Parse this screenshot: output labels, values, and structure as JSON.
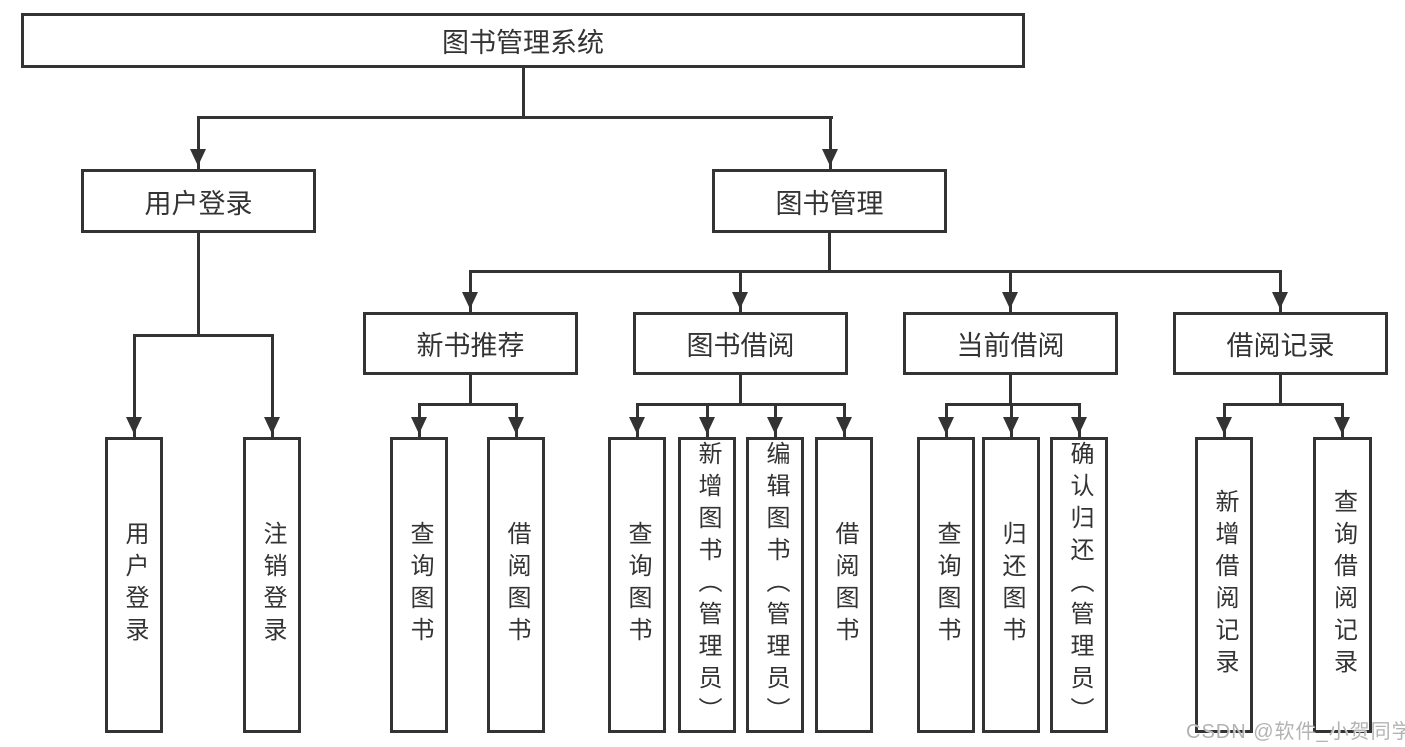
{
  "nodes": {
    "root": {
      "label": "图书管理系统"
    },
    "user_login": {
      "label": "用户登录"
    },
    "book_mgmt": {
      "label": "图书管理"
    },
    "new_book_rec": {
      "label": "新书推荐"
    },
    "book_borrow": {
      "label": "图书借阅"
    },
    "current_borrow": {
      "label": "当前借阅"
    },
    "borrow_records": {
      "label": "借阅记录"
    },
    "leaf_user_login": {
      "label": "用户登录"
    },
    "leaf_logout": {
      "label": "注销登录"
    },
    "leaf_query_book_a": {
      "label": "查询图书"
    },
    "leaf_borrow_book_a": {
      "label": "借阅图书"
    },
    "leaf_query_book_b": {
      "label": "查询图书"
    },
    "leaf_add_book": {
      "label": "新增图书（管理员）"
    },
    "leaf_edit_book": {
      "label": "编辑图书（管理员）"
    },
    "leaf_borrow_book_b": {
      "label": "借阅图书"
    },
    "leaf_query_book_c": {
      "label": "查询图书"
    },
    "leaf_return_book": {
      "label": "归还图书"
    },
    "leaf_confirm_return": {
      "label": "确认归还（管理员）"
    },
    "leaf_add_record": {
      "label": "新增借阅记录"
    },
    "leaf_query_record": {
      "label": "查询借阅记录"
    }
  },
  "hierarchy": {
    "root": [
      "user_login",
      "book_mgmt"
    ],
    "user_login": [
      "leaf_user_login",
      "leaf_logout"
    ],
    "book_mgmt": [
      "new_book_rec",
      "book_borrow",
      "current_borrow",
      "borrow_records"
    ],
    "new_book_rec": [
      "leaf_query_book_a",
      "leaf_borrow_book_a"
    ],
    "book_borrow": [
      "leaf_query_book_b",
      "leaf_add_book",
      "leaf_edit_book",
      "leaf_borrow_book_b"
    ],
    "current_borrow": [
      "leaf_query_book_c",
      "leaf_return_book",
      "leaf_confirm_return"
    ],
    "borrow_records": [
      "leaf_add_record",
      "leaf_query_record"
    ]
  },
  "watermark": {
    "text": "CSDN @软件_小贺同学"
  },
  "colors": {
    "line": "#333333",
    "text": "#333333",
    "background": "#ffffff",
    "watermark": "#b3b3b3"
  }
}
